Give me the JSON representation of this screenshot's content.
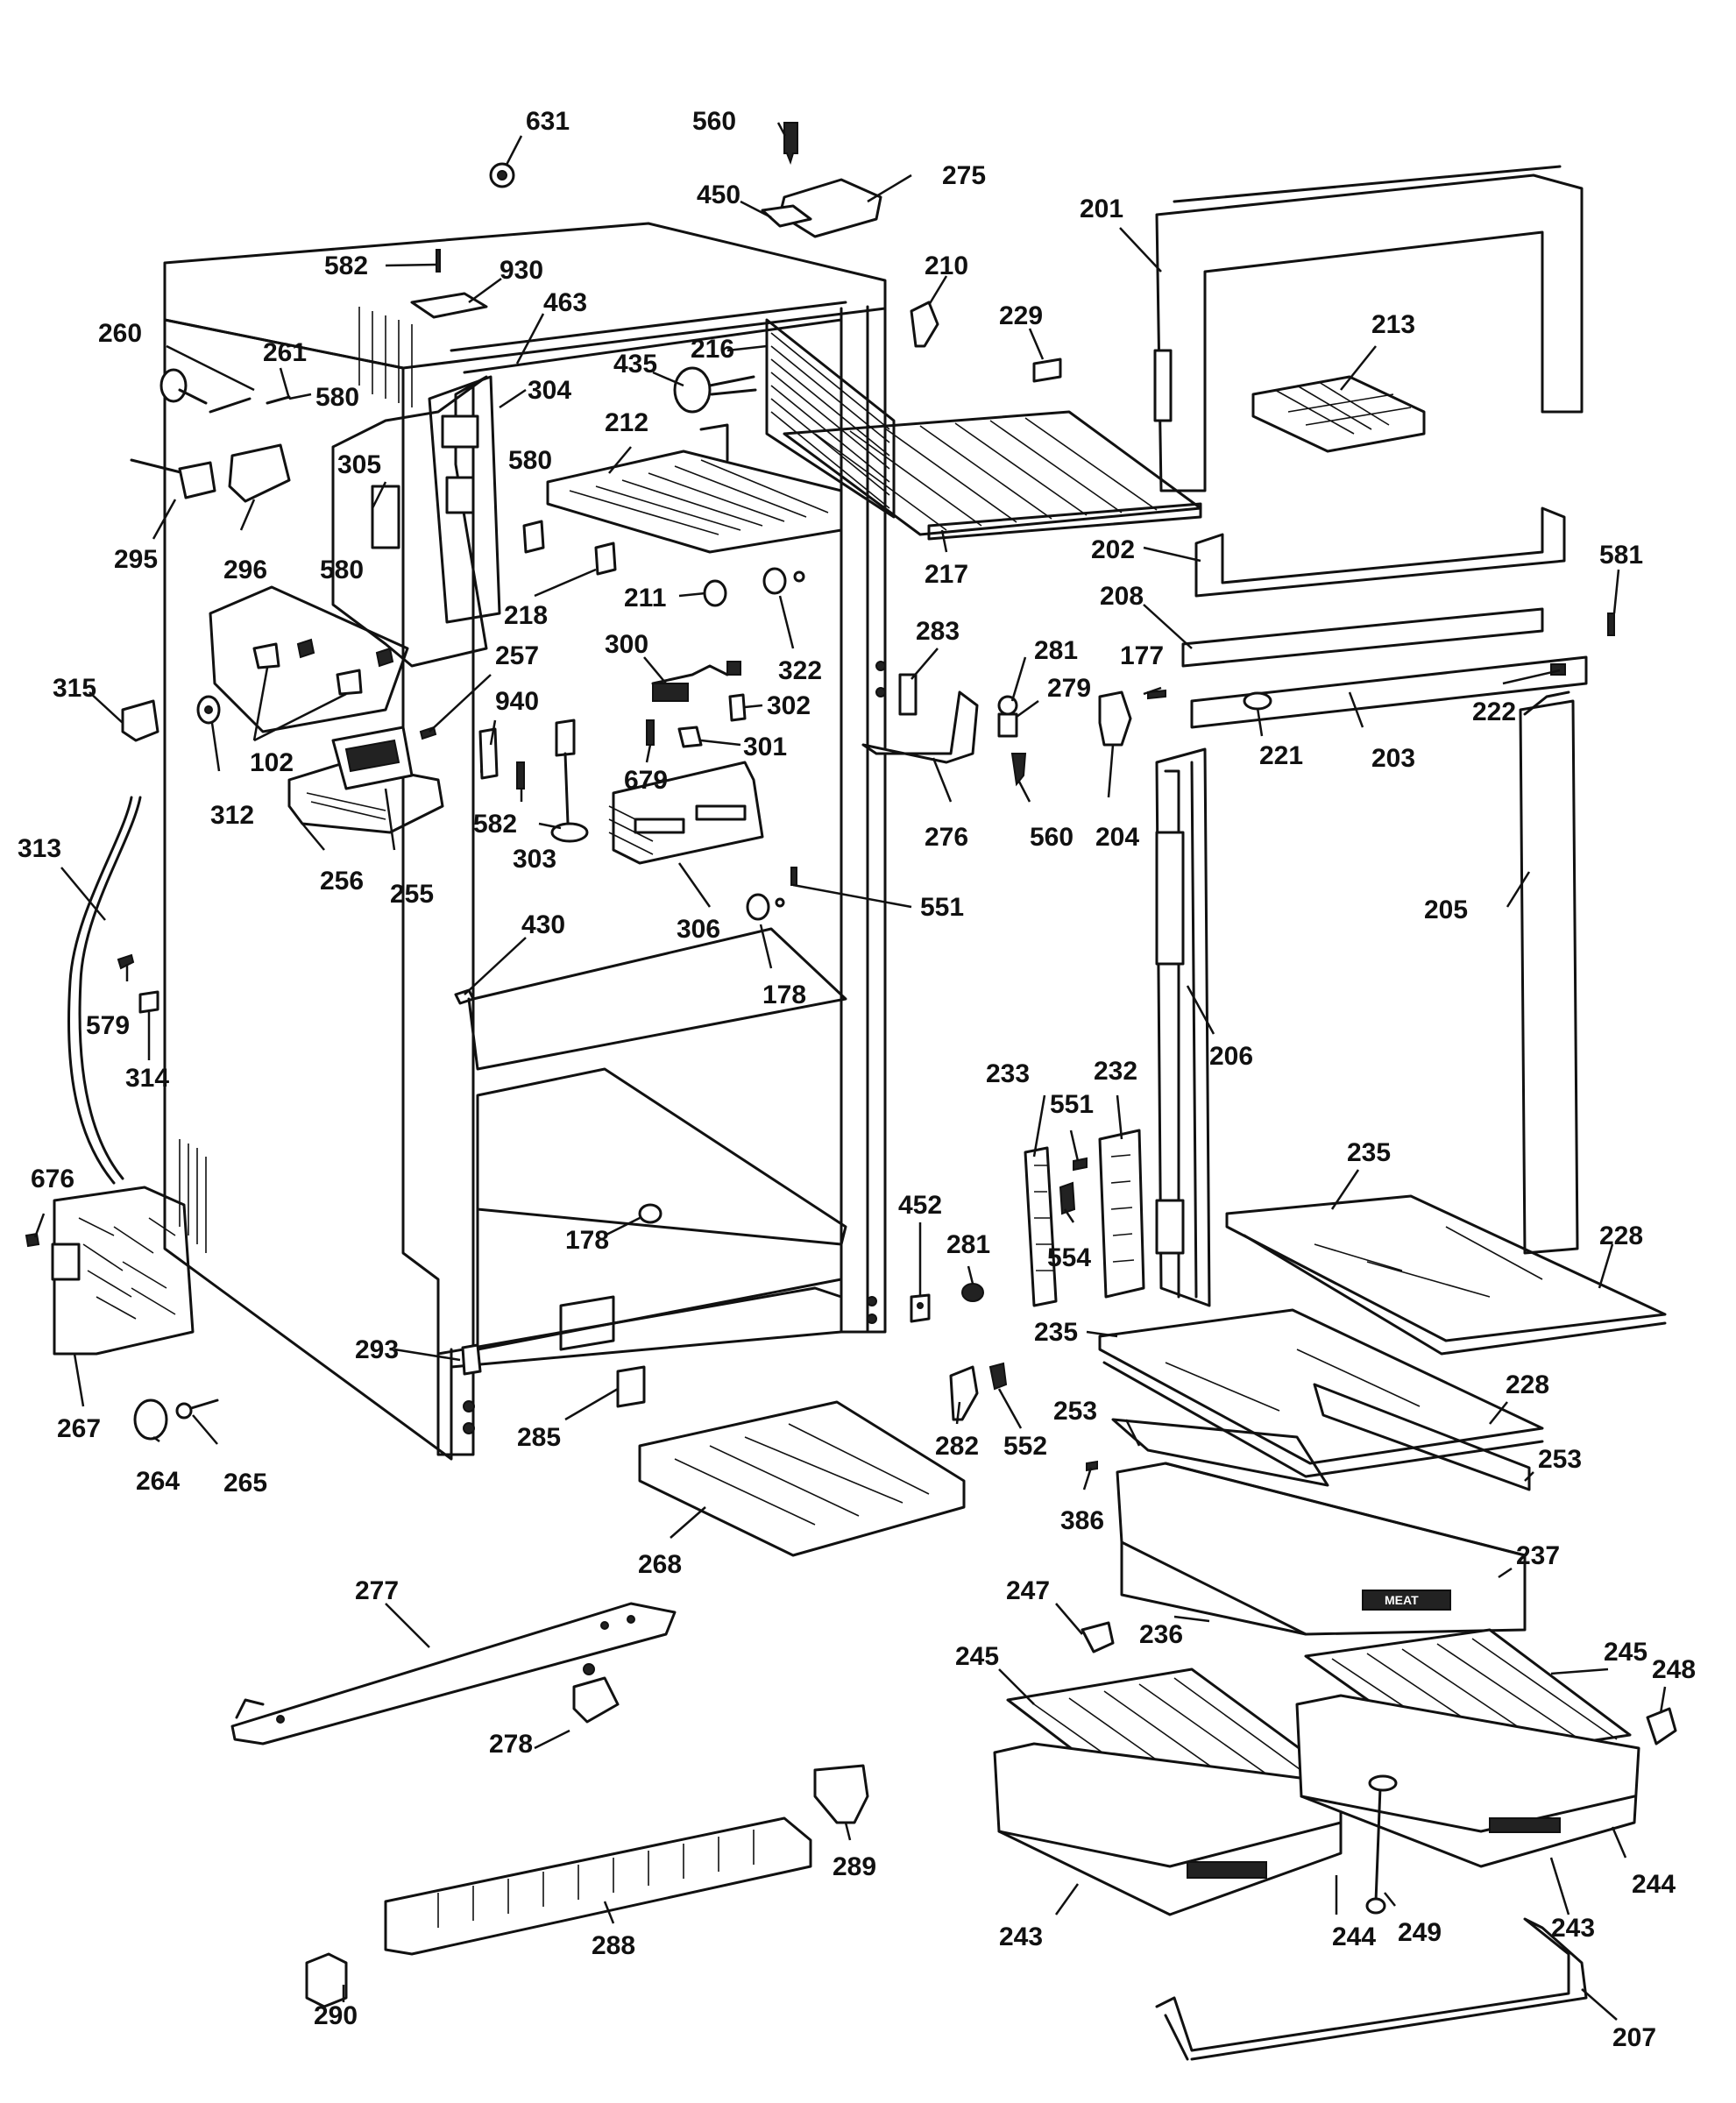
{
  "labels": [
    "631",
    "560",
    "275",
    "450",
    "201",
    "582",
    "930",
    "210",
    "229",
    "463",
    "260",
    "261",
    "435",
    "216",
    "213",
    "580",
    "304",
    "305",
    "212",
    "295",
    "296",
    "202",
    "581",
    "217",
    "218",
    "211",
    "322",
    "208",
    "257",
    "300",
    "283",
    "281",
    "177",
    "315",
    "222",
    "302",
    "279",
    "940",
    "221",
    "203",
    "301",
    "102",
    "312",
    "679",
    "560",
    "204",
    "313",
    "582",
    "303",
    "276",
    "205",
    "256",
    "255",
    "306",
    "551",
    "430",
    "178",
    "206",
    "579",
    "314",
    "233",
    "551",
    "232",
    "676",
    "235",
    "554",
    "228",
    "178",
    "452",
    "281",
    "267",
    "293",
    "235",
    "228",
    "253",
    "285",
    "282",
    "552",
    "264",
    "265",
    "253",
    "386",
    "268",
    "237",
    "236",
    "247",
    "277",
    "245",
    "245",
    "248",
    "278",
    "289",
    "243",
    "244",
    "249",
    "243",
    "244",
    "288",
    "290",
    "207"
  ],
  "crisper_tag": "MEAT"
}
